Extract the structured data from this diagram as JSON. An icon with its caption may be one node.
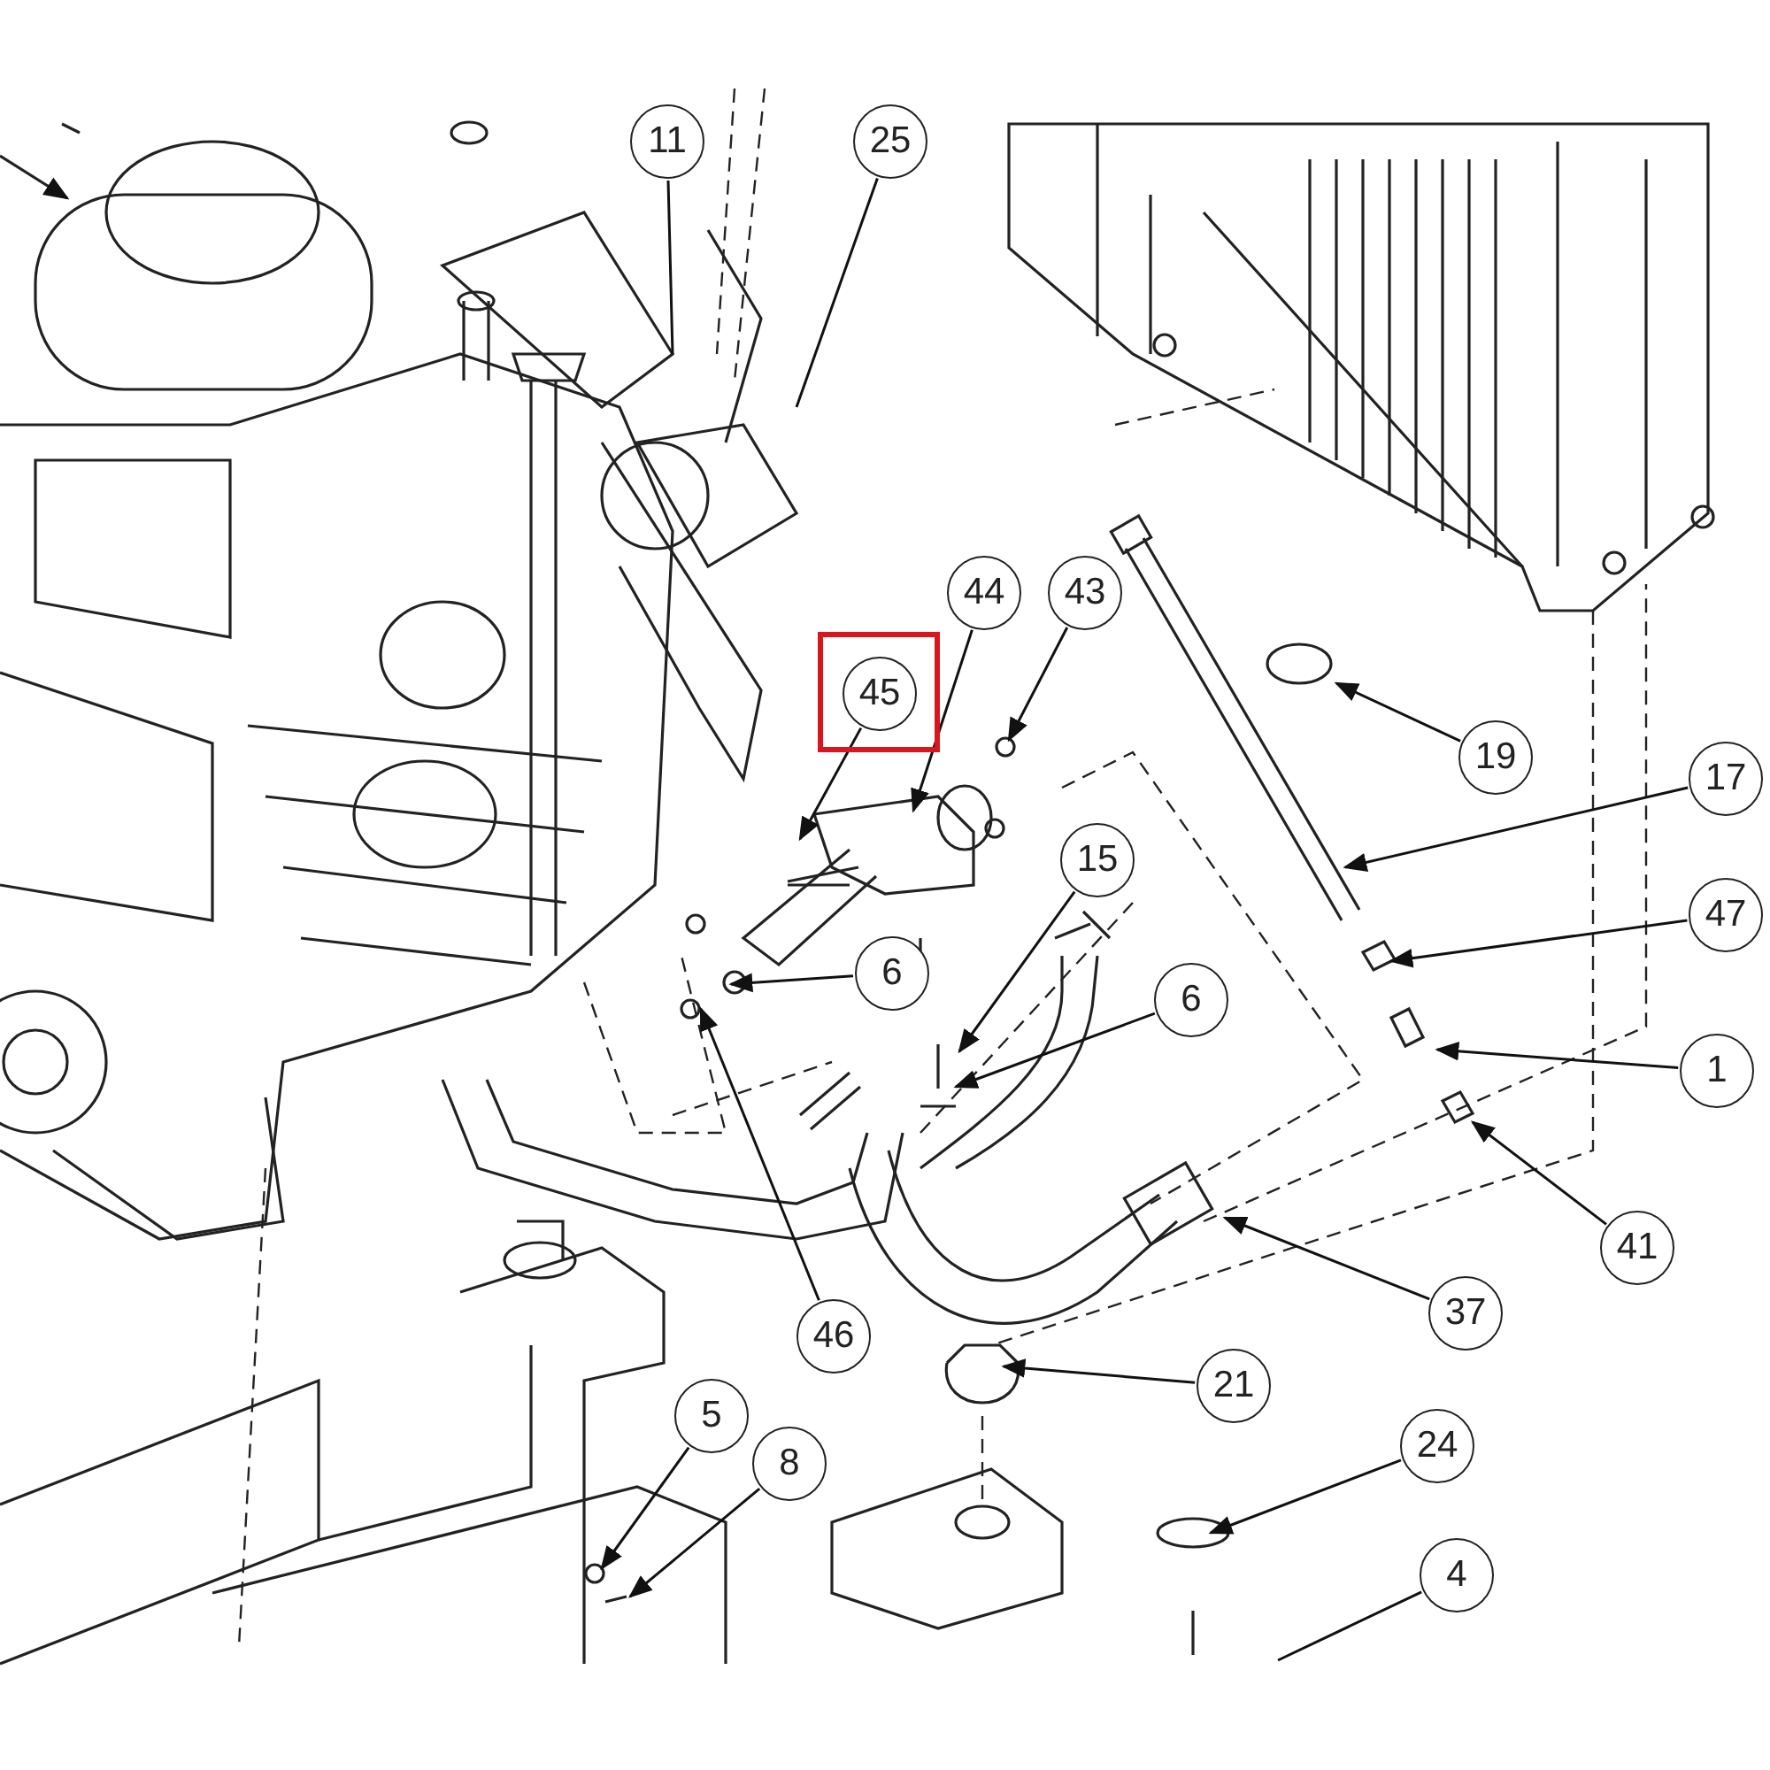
{
  "diagram": {
    "nodes": [
      {
        "text": [
          "11"
        ]
      },
      {
        "text": [
          "25"
        ]
      },
      {
        "text": [
          "45"
        ]
      },
      {
        "text": [
          "44"
        ]
      },
      {
        "text": [
          "43"
        ]
      },
      {
        "text": [
          "19"
        ]
      },
      {
        "text": [
          "17"
        ]
      },
      {
        "text": [
          "47"
        ]
      },
      {
        "text": [
          "15"
        ]
      },
      {
        "text": [
          "6"
        ]
      },
      {
        "text": [
          "6"
        ]
      },
      {
        "text": [
          "1"
        ]
      },
      {
        "text": [
          "41"
        ]
      },
      {
        "text": [
          "46"
        ]
      },
      {
        "text": [
          "37"
        ]
      },
      {
        "text": [
          "21"
        ]
      },
      {
        "text": [
          "24"
        ]
      },
      {
        "text": [
          "5"
        ]
      },
      {
        "text": [
          "8"
        ]
      },
      {
        "text": [
          "4"
        ]
      }
    ],
    "edges": [
      {
        "from": 0,
        "to": null,
        "arrow": "none"
      },
      {
        "from": 1,
        "to": null,
        "arrow": "none"
      },
      {
        "from": 2,
        "to": null,
        "arrow": "to"
      },
      {
        "from": 3,
        "to": null,
        "arrow": "to"
      },
      {
        "from": 4,
        "to": null,
        "arrow": "to"
      },
      {
        "from": 5,
        "to": null,
        "arrow": "to"
      },
      {
        "from": 6,
        "to": null,
        "arrow": "to"
      },
      {
        "from": 7,
        "to": null,
        "arrow": "to"
      },
      {
        "from": 8,
        "to": null,
        "arrow": "to"
      },
      {
        "from": 9,
        "to": null,
        "arrow": "to"
      },
      {
        "from": 10,
        "to": null,
        "arrow": "to"
      },
      {
        "from": 11,
        "to": null,
        "arrow": "to"
      },
      {
        "from": 12,
        "to": null,
        "arrow": "to"
      },
      {
        "from": 13,
        "to": null,
        "arrow": "to"
      },
      {
        "from": 14,
        "to": null,
        "arrow": "to"
      },
      {
        "from": 15,
        "to": null,
        "arrow": "to"
      },
      {
        "from": 16,
        "to": null,
        "arrow": "to"
      },
      {
        "from": 17,
        "to": null,
        "arrow": "to"
      },
      {
        "from": 18,
        "to": null,
        "arrow": "to"
      },
      {
        "from": 19,
        "to": null,
        "arrow": "none"
      }
    ]
  }
}
